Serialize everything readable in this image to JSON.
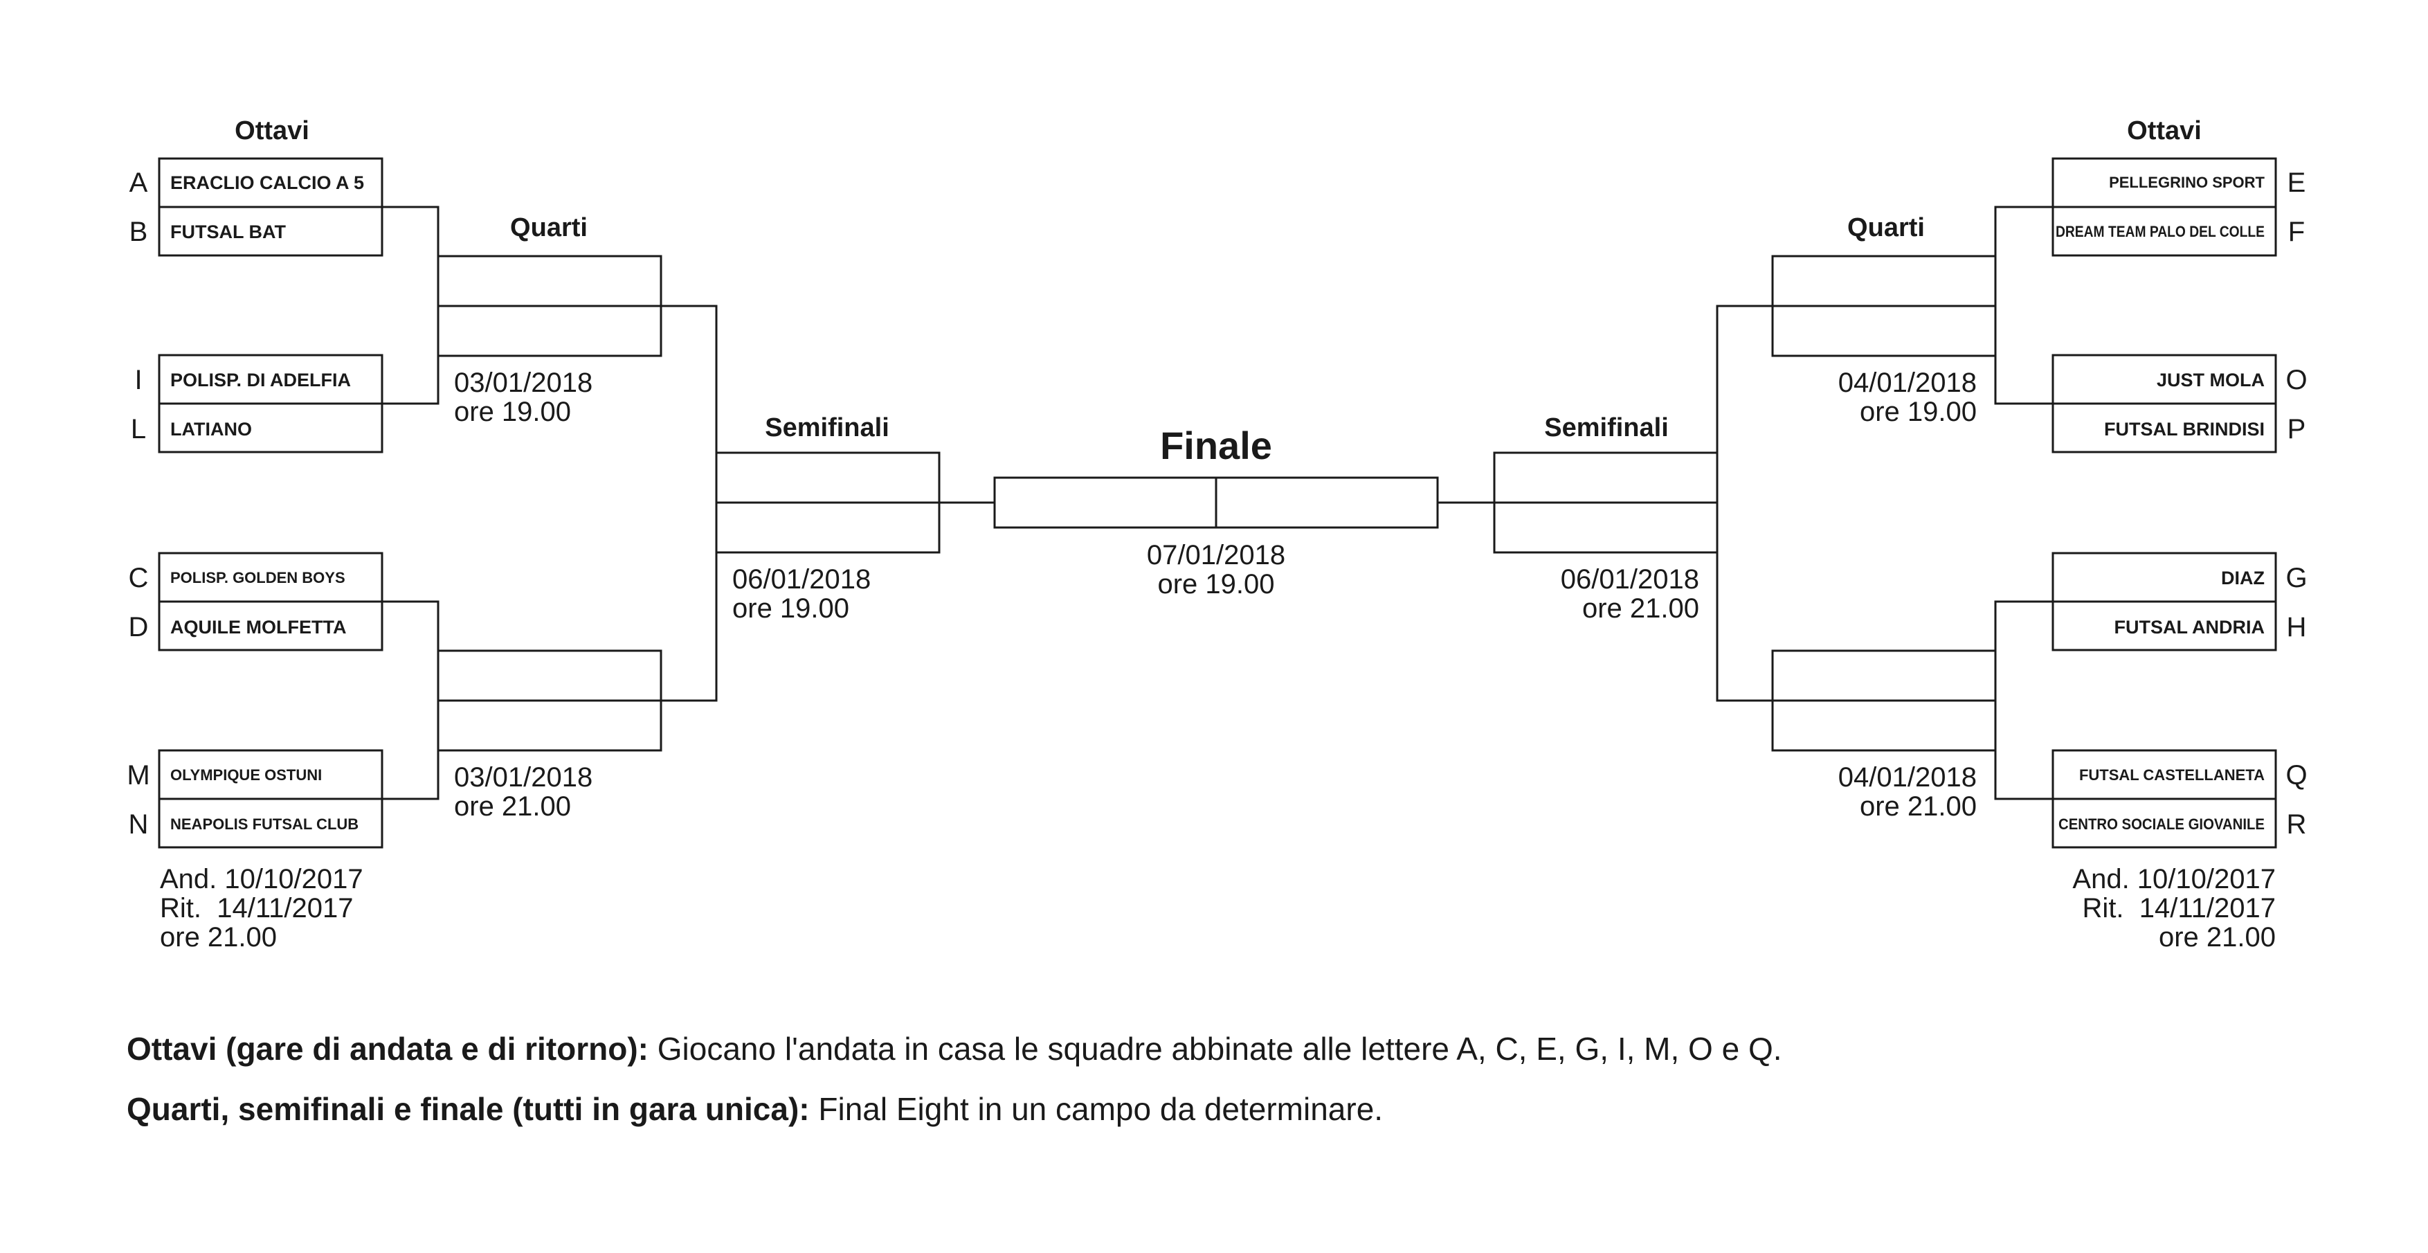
{
  "headers": {
    "ottavi_left": "Ottavi",
    "ottavi_right": "Ottavi",
    "quarti_left": "Quarti",
    "quarti_right": "Quarti",
    "semi_left": "Semifinali",
    "semi_right": "Semifinali",
    "finale": "Finale"
  },
  "left_teams": [
    {
      "letter": "A",
      "team": "ERACLIO CALCIO A 5"
    },
    {
      "letter": "B",
      "team": "FUTSAL BAT"
    },
    {
      "letter": "I",
      "team": "POLISP. DI ADELFIA"
    },
    {
      "letter": "L",
      "team": "LATIANO"
    },
    {
      "letter": "C",
      "team": "POLISP. GOLDEN BOYS"
    },
    {
      "letter": "D",
      "team": "AQUILE MOLFETTA"
    },
    {
      "letter": "M",
      "team": "OLYMPIQUE OSTUNI"
    },
    {
      "letter": "N",
      "team": "NEAPOLIS FUTSAL CLUB"
    }
  ],
  "right_teams": [
    {
      "letter": "E",
      "team": "PELLEGRINO SPORT"
    },
    {
      "letter": "F",
      "team": "DREAM TEAM PALO DEL COLLE"
    },
    {
      "letter": "O",
      "team": "JUST MOLA"
    },
    {
      "letter": "P",
      "team": "FUTSAL BRINDISI"
    },
    {
      "letter": "G",
      "team": "DIAZ"
    },
    {
      "letter": "H",
      "team": "FUTSAL ANDRIA"
    },
    {
      "letter": "Q",
      "team": "FUTSAL CASTELLANETA"
    },
    {
      "letter": "R",
      "team": "CENTRO SOCIALE GIOVANILE"
    }
  ],
  "dates": {
    "ottavi_left": [
      "And. 10/10/2017",
      "Rit.  14/11/2017",
      "ore 21.00"
    ],
    "ottavi_right": [
      "And. 10/10/2017",
      "Rit.  14/11/2017",
      "ore 21.00"
    ],
    "quarti_left_top": [
      "03/01/2018",
      "ore 19.00"
    ],
    "quarti_left_bottom": [
      "03/01/2018",
      "ore 21.00"
    ],
    "quarti_right_top": [
      "04/01/2018",
      "ore 19.00"
    ],
    "quarti_right_bottom": [
      "04/01/2018",
      "ore 21.00"
    ],
    "semi_left": [
      "06/01/2018",
      "ore 19.00"
    ],
    "semi_right": [
      "06/01/2018",
      "ore 21.00"
    ],
    "finale": [
      "07/01/2018",
      "ore 19.00"
    ]
  },
  "notes": [
    {
      "bold": "Ottavi (gare di andata e di ritorno):",
      "text": " Giocano l'andata in casa le squadre abbinate alle lettere A, C, E, G, I, M, O e Q."
    },
    {
      "bold": "Quarti, semifinali e finale (tutti in gara unica):",
      "text": " Final Eight in un campo da determinare."
    }
  ]
}
